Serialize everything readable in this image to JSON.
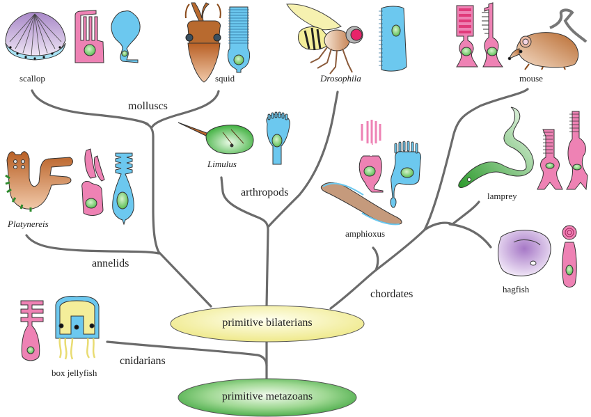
{
  "title": "Evolution of photoreceptor cell types across metazoan lineages",
  "nodes": {
    "bilaterians": "primitive bilaterians",
    "metazoans": "primitive metazoans"
  },
  "groups": {
    "molluscs": "molluscs",
    "arthropods": "arthropods",
    "annelids": "annelids",
    "chordates": "chordates",
    "cnidarians": "cnidarians"
  },
  "species": {
    "scallop": "scallop",
    "squid": "squid",
    "drosophila": "Drosophila",
    "mouse": "mouse",
    "limulus": "Limulus",
    "platynereis": "Platynereis",
    "amphioxus": "amphioxus",
    "lamprey": "lamprey",
    "hagfish": "hagfish",
    "box_jellyfish": "box jellyfish"
  },
  "colors": {
    "branch": "#6b6b6b",
    "rhabdomeric_cell": "#6cc8ef",
    "ciliary_cell": "#ee82b4",
    "nucleus": "#7ccf6e",
    "bilaterian_node": "#f4f0a0",
    "metazoan_node": "#4caf4c"
  }
}
